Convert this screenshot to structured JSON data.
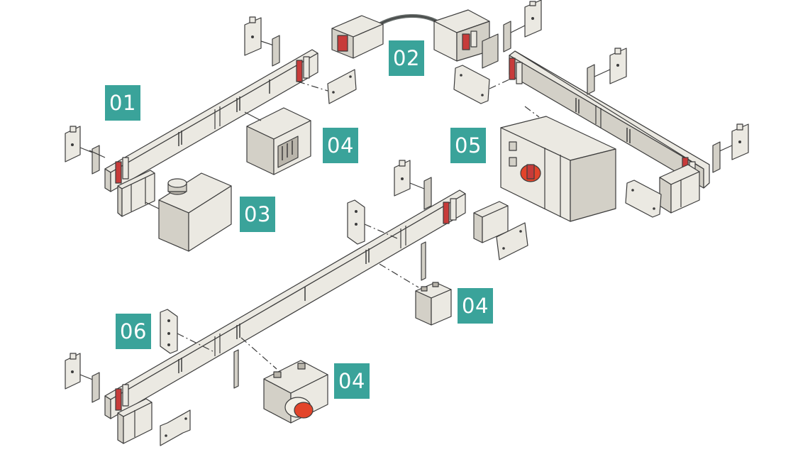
{
  "colors": {
    "label_bg": "#3aa39a",
    "label_text": "#ffffff",
    "part_fill": "#ebe9e2",
    "part_side": "#d3d0c7",
    "part_dark": "#b9b5ab",
    "outline": "#3c3c3c",
    "terminal_red": "#c73b3a",
    "knob_red": "#e2442a",
    "cable": "#5f6563"
  },
  "labels": {
    "l01": "01",
    "l02": "02",
    "l03": "03",
    "l04a": "04",
    "l05": "05",
    "l04b": "04",
    "l06": "06",
    "l04c": "04"
  }
}
